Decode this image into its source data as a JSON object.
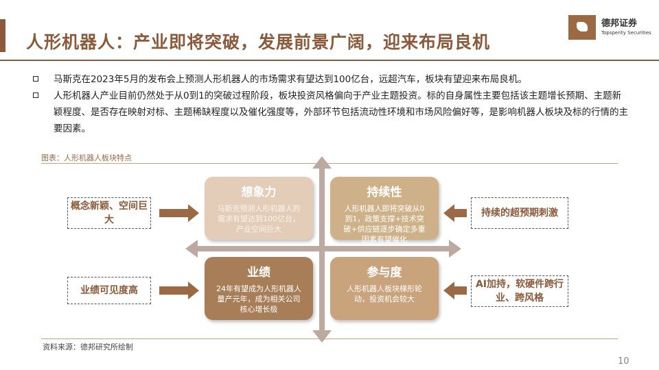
{
  "header": {
    "title": "人形机器人：产业即将突破，发展前景广阔，迎来布局良机",
    "logo_cn": "德邦证券",
    "logo_en": "Topsperity Securities"
  },
  "bullets": [
    "马斯克在2023年5月的发布会上预测人形机器人的市场需求有望达到100亿台，远超汽车，板块有望迎来布局良机。",
    "人形机器人产业目前仍然处于从0到1的突破过程阶段，板块投资风格偏向于产业主题投资。标的自身属性主要包括该主题增长预期、主题新颖程度、是否存在映射对标、主题稀缺程度以及催化强度等，外部环节包括流动性环境和市场风险偏好等，是影响机器人板块及标的行情的主要因素。"
  ],
  "figure": {
    "label": "图表：人形机器人板块特点",
    "quadrants": {
      "top_left": {
        "title": "想象力",
        "body": "马斯克预测人形机器人的需求有望达到100亿台，产业空间巨大"
      },
      "top_right": {
        "title": "持续性",
        "body": "人形机器人即将突破从0到1，政策支撑+技术突破+供应链逐步确定多重因素有望催化"
      },
      "bottom_left": {
        "title": "业绩",
        "body": "24年有望成为人形机器人量产元年，成为相关公司核心增长极"
      },
      "bottom_right": {
        "title": "参与度",
        "body": "人形机器人板块梯形轮动，投资机会较大"
      }
    },
    "side_boxes": {
      "left_top": "概念新颖、空间巨大",
      "left_bottom": "业绩可见度高",
      "right_top": "持续的超预期刺激",
      "right_bottom": "AI加持，软硬件跨行业、跨风格"
    },
    "colors": {
      "accent": "#8a5a3a",
      "arrow": "#9b6a45",
      "axis": "#bcaaa0"
    }
  },
  "footer": {
    "source": "资料来源：德邦研究所绘制",
    "page": "10"
  }
}
